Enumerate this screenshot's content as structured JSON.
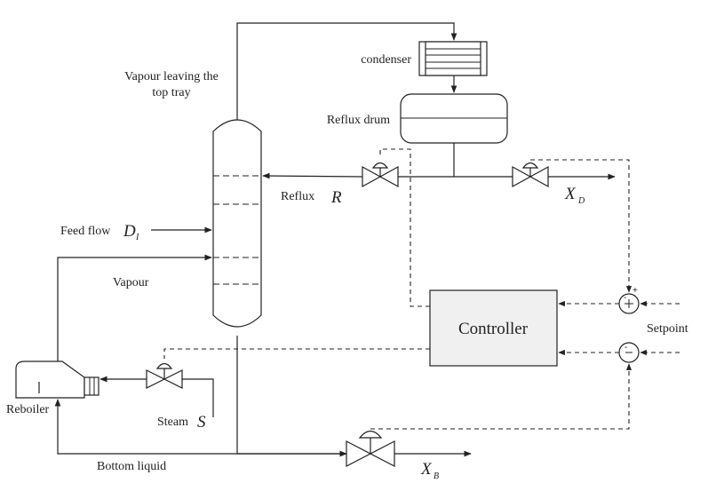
{
  "labels": {
    "vapour_top_line1": "Vapour leaving the",
    "vapour_top_line2": "top tray",
    "condenser": "condenser",
    "reflux_drum": "Reflux drum",
    "reflux": "Reflux",
    "reflux_var": "R",
    "feed_flow": "Feed flow",
    "feed_var": "D",
    "feed_sub": "I",
    "vapour": "Vapour",
    "controller": "Controller",
    "setpoint": "Setpoint",
    "reboiler": "Reboiler",
    "steam": "Steam",
    "steam_var": "S",
    "bottom_liquid": "Bottom liquid",
    "xd_var": "X",
    "xd_sub": "D",
    "xb_var": "X",
    "xb_sub": "B",
    "plus_sign": "+",
    "minus_sign_top": "-",
    "minus_sign_bottom": "-"
  }
}
